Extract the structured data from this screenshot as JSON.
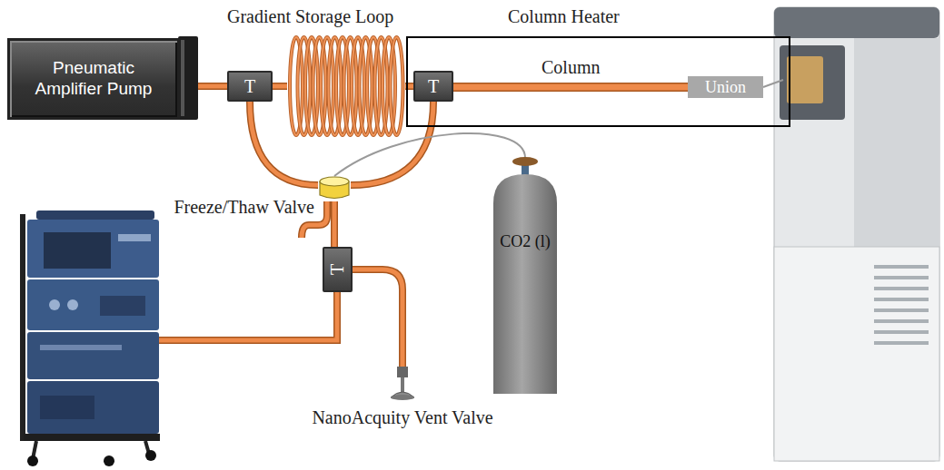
{
  "diagram": {
    "nodes": [
      {
        "text": [
          "Pneumatic Amplifier Pump"
        ]
      },
      {
        "text": [
          "T"
        ]
      },
      {
        "text": [
          "Column Heater"
        ]
      },
      {
        "text": [
          "T"
        ],
        "in": 2
      },
      {
        "text": [
          "Union"
        ],
        "in": 2
      },
      {
        "text": [
          "Freeze/Thaw Valve"
        ]
      },
      {
        "text": [
          "T"
        ]
      },
      {
        "text": [
          "CO2 (l)"
        ]
      },
      {
        "text": [
          "NanoAcquity Vent Valve"
        ]
      }
    ],
    "edges": [
      {
        "from": 0,
        "to": 1,
        "arrow": "none"
      },
      {
        "from": 1,
        "to": 3,
        "arrow": "none"
      },
      {
        "from": 3,
        "to": 4,
        "label": "Column",
        "arrow": "none"
      },
      {
        "from": 1,
        "to": 5,
        "arrow": "none"
      },
      {
        "from": 3,
        "to": 5,
        "arrow": "none"
      },
      {
        "from": 5,
        "to": 6,
        "arrow": "none"
      },
      {
        "from": 6,
        "to": 8,
        "arrow": "none"
      },
      {
        "from": 7,
        "to": 5,
        "arrow": "none"
      }
    ],
    "labels": [
      "Gradient Storage Loop"
    ]
  }
}
